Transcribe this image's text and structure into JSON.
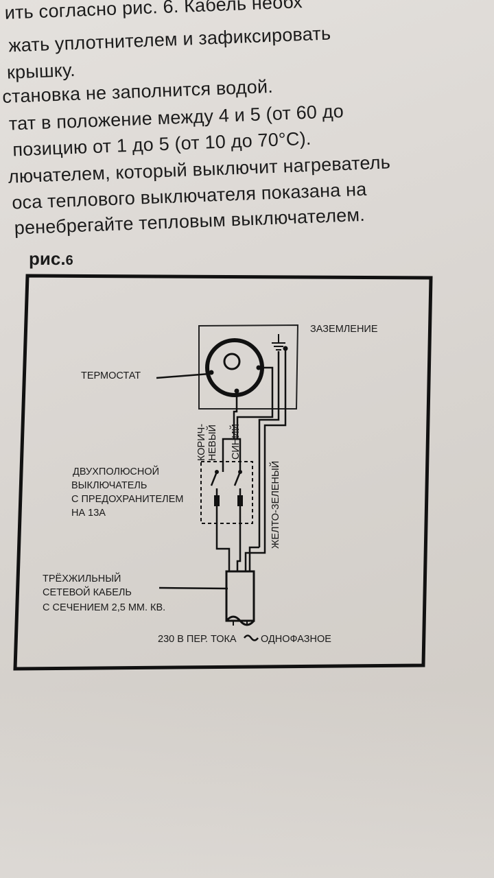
{
  "document": {
    "lines": [
      "ить согласно рис. 6. Кабель необх",
      "жать уплотнителем и зафиксировать",
      "крышку.",
      "становка не заполнится водой.",
      "тат в положение между 4 и 5 (от 60 до",
      "позицию от 1 до 5 (от 10 до 70°С).",
      "лючателем, который выключит нагреватель",
      "оса теплового выключателя показана на",
      "ренебрегайте тепловым выключателем."
    ],
    "figure_label": "рис.",
    "figure_number": "6"
  },
  "diagram": {
    "ground_label": "ЗАЗЕМЛЕНИЕ",
    "thermostat_label": "ТЕРМОСТАТ",
    "brown_label_1": "КОРИЧ-",
    "brown_label_2": "НЕВЫЙ",
    "blue_label": "СИНИЙ",
    "yellow_green_label": "ЖЕЛТО-ЗЕЛЕНЫЙ",
    "switch_label_1": "ДВУХПОЛЮСНОЙ",
    "switch_label_2": "ВЫКЛЮЧАТЕЛЬ",
    "switch_label_3": "С ПРЕДОХРАНИТЕЛЕМ",
    "switch_label_4": "НА 13А",
    "cable_label_1": "ТРЁХЖИЛЬНЫЙ",
    "cable_label_2": "СЕТЕВОЙ КАБЕЛЬ",
    "cable_label_3": "С СЕЧЕНИЕМ 2,5 ММ. КВ.",
    "supply_label_left": "230 В ПЕР. ТОКА",
    "supply_label_right": "ОДНОФАЗНОЕ"
  }
}
